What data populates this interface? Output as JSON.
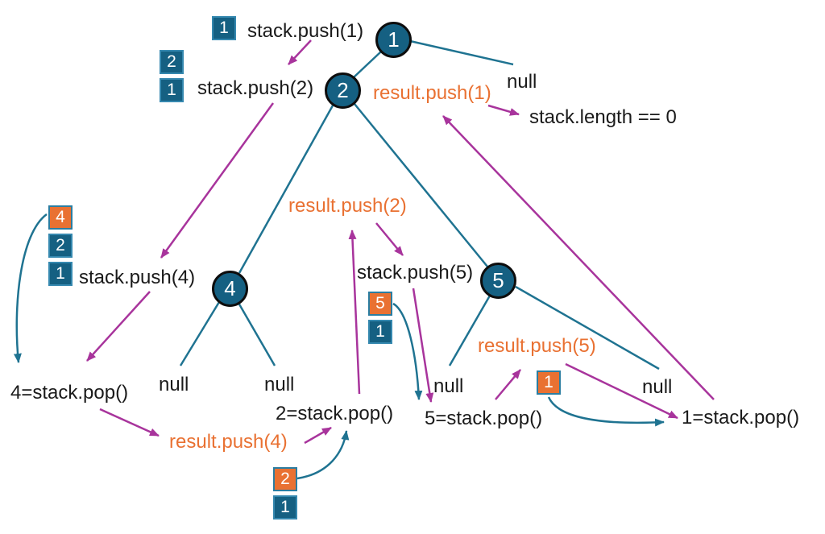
{
  "colors": {
    "node_fill": "#156082",
    "node_border": "#0d0d0d",
    "line_teal": "#1F7391",
    "square_teal": "#156082",
    "square_orange": "#E97132",
    "arrow_magenta": "#A8349C",
    "text": "#1a1a1a"
  },
  "tree_nodes": [
    {
      "value": "1"
    },
    {
      "value": "2"
    },
    {
      "value": "4"
    },
    {
      "value": "5"
    }
  ],
  "labels": {
    "push1": "stack.push(1)",
    "push2": "stack.push(2)",
    "push4": "stack.push(4)",
    "push5": "stack.push(5)",
    "result_push1": "result.push(1)",
    "result_push2": "result.push(2)",
    "result_push4": "result.push(4)",
    "result_push5": "result.push(5)",
    "pop4": "4=stack.pop()",
    "pop2": "2=stack.pop()",
    "pop5": "5=stack.pop()",
    "pop1": "1=stack.pop()",
    "stack_length": "stack.length == 0",
    "null_root_right": "null",
    "null_4_left": "null",
    "null_4_right": "null",
    "null_5_left": "null",
    "null_5_right": "null"
  },
  "stacks": {
    "after_push1": [
      "1"
    ],
    "after_push2": [
      "2",
      "1"
    ],
    "after_push4": [
      "4",
      "2",
      "1"
    ],
    "after_push5": [
      "5",
      "1"
    ],
    "popped_top_2": [
      "2",
      "1"
    ],
    "popped_top_1": [
      "1"
    ]
  }
}
